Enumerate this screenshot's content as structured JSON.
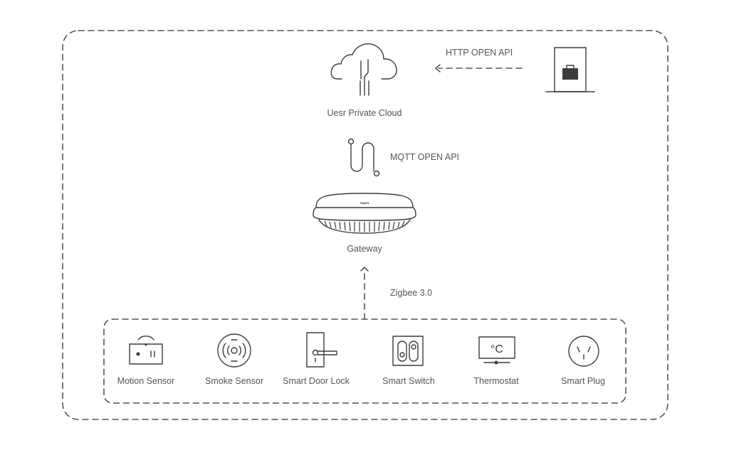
{
  "labels": {
    "cloud": "Uesr Private Cloud",
    "http_api": "HTTP OPEN API",
    "mqtt_api": "MQTT OPEN API",
    "gateway": "Gateway",
    "zigbee": "Zigbee 3.0",
    "gateway_brand": "Aqara"
  },
  "devices": [
    {
      "label": "Motion Sensor",
      "icon": "motion-sensor-icon"
    },
    {
      "label": "Smoke Sensor",
      "icon": "smoke-sensor-icon"
    },
    {
      "label": "Smart Door Lock",
      "icon": "door-lock-icon"
    },
    {
      "label": "Smart Switch",
      "icon": "smart-switch-icon"
    },
    {
      "label": "Thermostat",
      "icon": "thermostat-icon"
    },
    {
      "label": "Smart Plug",
      "icon": "smart-plug-icon"
    }
  ],
  "thermostat_unit": "°C",
  "colors": {
    "line": "#3c3c3c",
    "text": "#555555",
    "background": "#ffffff"
  }
}
